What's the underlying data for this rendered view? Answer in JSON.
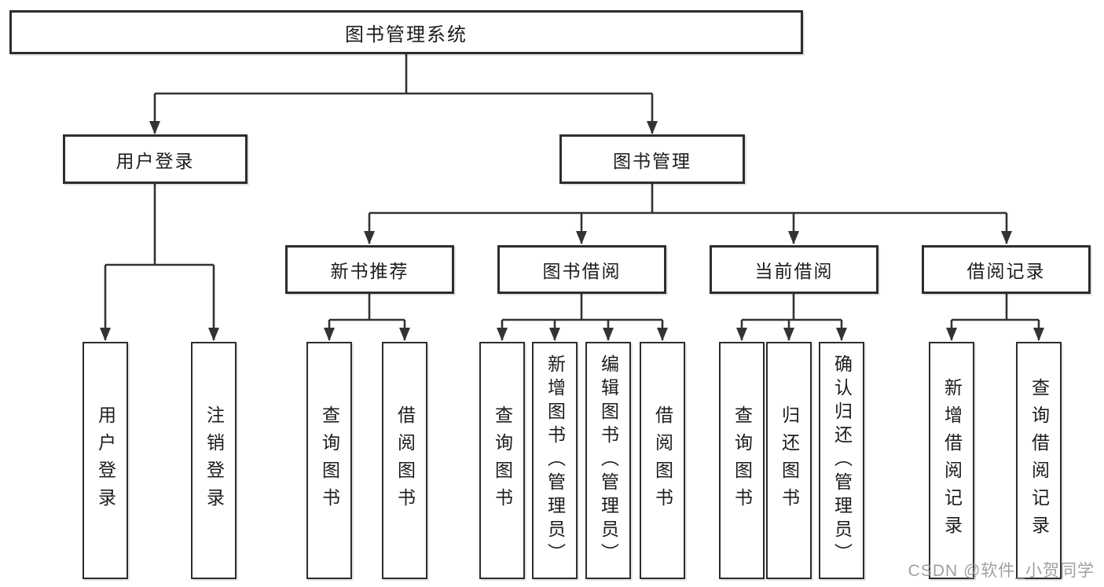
{
  "diagram": {
    "root": {
      "label": "图书管理系统"
    },
    "level2": [
      {
        "label": "用户登录"
      },
      {
        "label": "图书管理"
      }
    ],
    "level3": [
      {
        "label": "新书推荐",
        "parent": "图书管理"
      },
      {
        "label": "图书借阅",
        "parent": "图书管理"
      },
      {
        "label": "当前借阅",
        "parent": "图书管理"
      },
      {
        "label": "借阅记录",
        "parent": "图书管理"
      }
    ],
    "leaves": [
      {
        "label": "用户登录",
        "parent": "用户登录"
      },
      {
        "label": "注销登录",
        "parent": "用户登录"
      },
      {
        "label": "查询图书",
        "parent": "新书推荐"
      },
      {
        "label": "借阅图书",
        "parent": "新书推荐"
      },
      {
        "label": "查询图书",
        "parent": "图书借阅"
      },
      {
        "label": "新增图书（管理员）",
        "parent": "图书借阅"
      },
      {
        "label": "编辑图书（管理员）",
        "parent": "图书借阅"
      },
      {
        "label": "借阅图书",
        "parent": "图书借阅"
      },
      {
        "label": "查询图书",
        "parent": "当前借阅"
      },
      {
        "label": "归还图书",
        "parent": "当前借阅"
      },
      {
        "label": "确认归还（管理员）",
        "parent": "当前借阅"
      },
      {
        "label": "新增借阅记录",
        "parent": "借阅记录"
      },
      {
        "label": "查询借阅记录",
        "parent": "借阅记录"
      }
    ]
  },
  "watermark": "CSDN @软件_小贺同学",
  "colors": {
    "line": "#333333",
    "box_border": "#2d2d2d",
    "text": "#1c1c1c",
    "watermark": "#969696",
    "background": "#ffffff"
  }
}
